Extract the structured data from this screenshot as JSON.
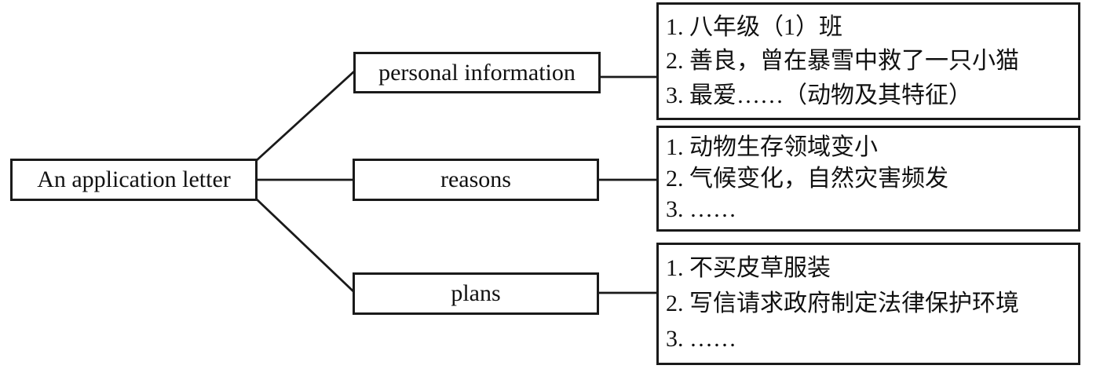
{
  "diagram": {
    "title_hint": "mind map for an application letter",
    "colors": {
      "line": "#1a1a1a",
      "text": "#111111",
      "background": "#ffffff"
    },
    "root": {
      "label": "An application letter"
    },
    "branches": [
      {
        "label": "personal information",
        "details": [
          "1. 八年级（1）班",
          "2. 善良，曾在暴雪中救了一只小猫",
          "3. 最爱……（动物及其特征）"
        ]
      },
      {
        "label": "reasons",
        "details": [
          "1. 动物生存领域变小",
          "2. 气候变化，自然灾害频发",
          "3. ……"
        ]
      },
      {
        "label": "plans",
        "details": [
          "1. 不买皮草服装",
          "2. 写信请求政府制定法律保护环境",
          "3. ……"
        ]
      }
    ]
  }
}
